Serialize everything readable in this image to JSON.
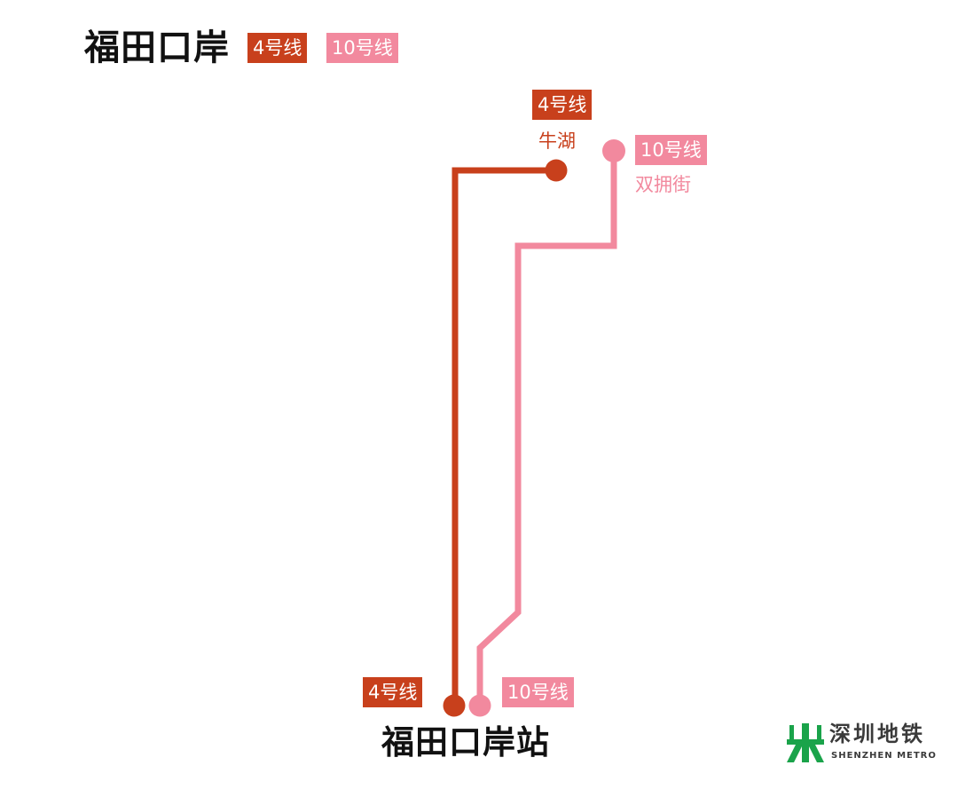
{
  "header": {
    "title": "福田口岸",
    "badges": [
      {
        "label": "4号线",
        "color": "#c8401c"
      },
      {
        "label": "10号线",
        "color": "#f2899e"
      }
    ]
  },
  "lines": {
    "line4": {
      "label": "4号线",
      "color": "#c8401c",
      "terminus": "牛湖"
    },
    "line10": {
      "label": "10号线",
      "color": "#f2899e",
      "terminus": "双拥街"
    }
  },
  "station": {
    "name": "福田口岸站",
    "line4_label": "4号线",
    "line10_label": "10号线"
  },
  "logo": {
    "name_cn": "深圳地铁",
    "name_en": "SHENZHEN METRO",
    "color": "#1aa34a"
  }
}
